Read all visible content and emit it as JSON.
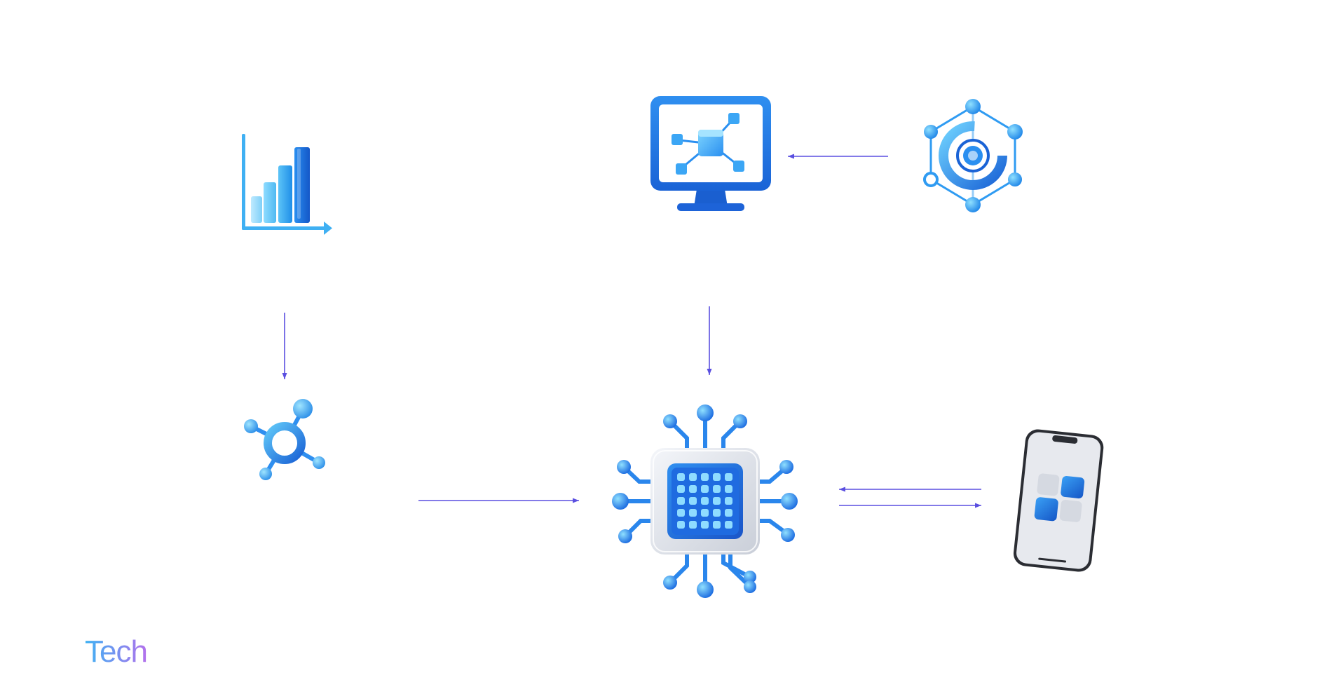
{
  "brand": {
    "label": "Tech"
  },
  "colors": {
    "arrow": "#5a4fe0",
    "blue_dark": "#1a63d6",
    "blue_mid": "#2f8ff0",
    "blue_light": "#5cc4f7",
    "silver": "#dfe3ea"
  },
  "nodes": [
    {
      "id": "analytics",
      "icon": "bar-chart-icon"
    },
    {
      "id": "workstation",
      "icon": "monitor-network-icon"
    },
    {
      "id": "network-hub",
      "icon": "hexagon-network-icon"
    },
    {
      "id": "connector",
      "icon": "molecule-icon"
    },
    {
      "id": "processor",
      "icon": "cpu-chip-icon"
    },
    {
      "id": "mobile",
      "icon": "smartphone-apps-icon"
    }
  ],
  "edges": [
    {
      "from": "network-hub",
      "to": "workstation"
    },
    {
      "from": "analytics",
      "to": "connector"
    },
    {
      "from": "workstation",
      "to": "processor"
    },
    {
      "from": "connector",
      "to": "processor"
    },
    {
      "from": "mobile",
      "to": "processor"
    },
    {
      "from": "processor",
      "to": "mobile"
    }
  ]
}
